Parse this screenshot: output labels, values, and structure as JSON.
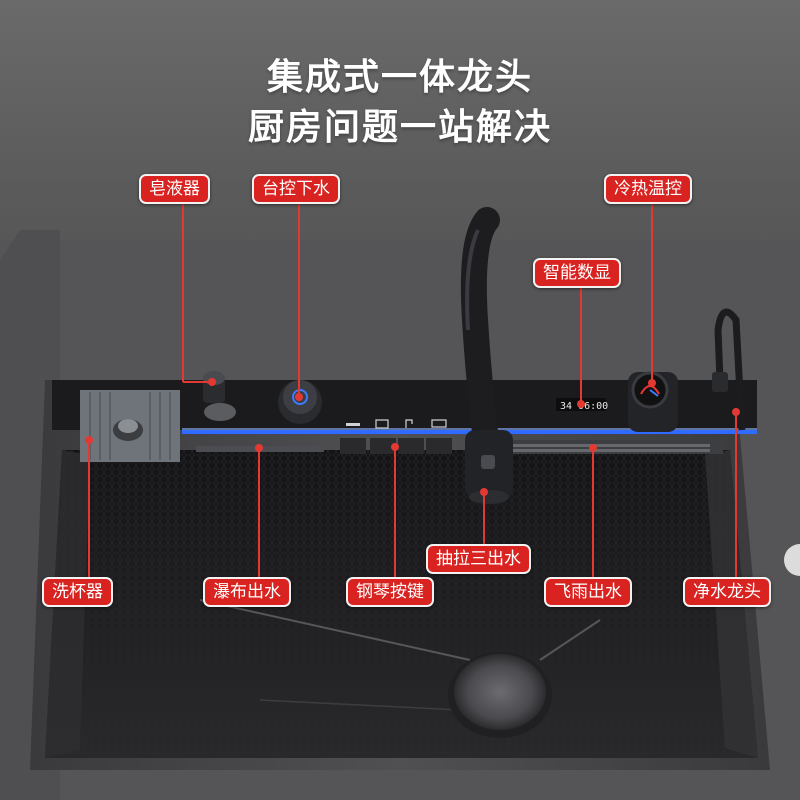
{
  "headline": {
    "line1": "集成式一体龙头",
    "line2": "厨房问题一站解决"
  },
  "callouts": {
    "soap_dispenser": "皂液器",
    "countertop_drain": "台控下水",
    "hot_cold_control": "冷热温控",
    "smart_display": "智能数显",
    "cup_washer": "洗杯器",
    "waterfall_outlet": "瀑布出水",
    "piano_keys": "钢琴按键",
    "pullout_three_mode": "抽拉三出水",
    "rain_outlet": "飞雨出水",
    "purified_faucet": "净水龙头"
  },
  "display_readout": "34  06:00",
  "colors": {
    "callout_red": "#d92320",
    "blue_light": "#2f6bff",
    "sink_black": "#1c1c1e"
  }
}
